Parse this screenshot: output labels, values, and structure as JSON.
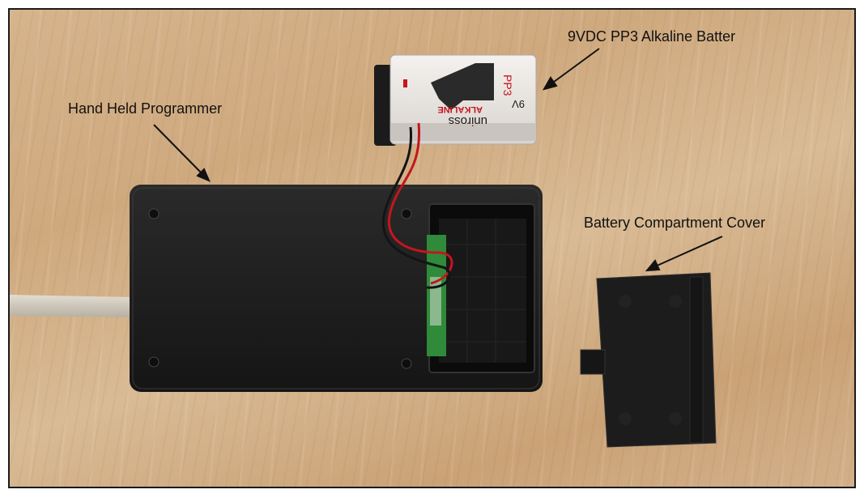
{
  "labels": {
    "battery": "9VDC PP3 Alkaline Batter",
    "programmer": "Hand Held Programmer",
    "cover": "Battery Compartment Cover"
  },
  "battery_print": {
    "brand": "uniross",
    "type": "ALKALINE",
    "size": "PP3",
    "voltage": "9V"
  },
  "colors": {
    "wood": "#d2ae84",
    "device": "#1e1e1e",
    "battery_red": "#c4161c",
    "pcb_green": "#2f8a3a"
  }
}
